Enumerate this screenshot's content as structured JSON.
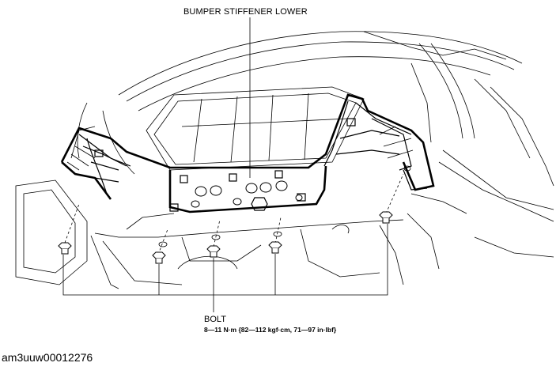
{
  "labels": {
    "part_name": "BUMPER STIFFENER LOWER",
    "bolt": "BOLT",
    "torque": "8—11 N·m {82—112 kgf·cm, 71—97 in·lbf}",
    "figure_id": "am3uuw00012276"
  }
}
